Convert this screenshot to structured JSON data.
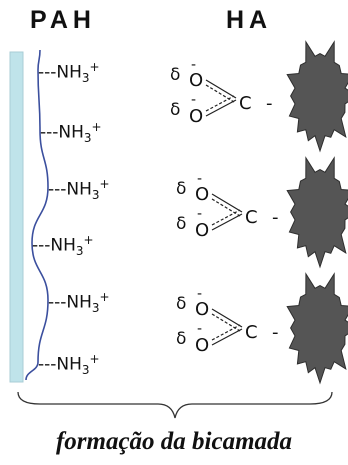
{
  "headers": {
    "pah": "PAH",
    "ha": "HA"
  },
  "amine_group": {
    "dashes": "---",
    "label": "NH",
    "subscript": "3",
    "charge": "+"
  },
  "carboxylate": {
    "delta": "δ",
    "minus": "-",
    "oxygen": "O",
    "carbon": "C",
    "bond_charge": "-"
  },
  "counts": {
    "amine_groups": 6,
    "carboxylate_groups": 3,
    "ha_particles": 3
  },
  "colors": {
    "substrate": "#bfe3ea",
    "chain": "#3b4f9e",
    "ha_particle": "#555555",
    "text": "#111111"
  },
  "icons": {
    "ha_particle": "spiky-particle-icon"
  },
  "caption": "formação da bicamada"
}
